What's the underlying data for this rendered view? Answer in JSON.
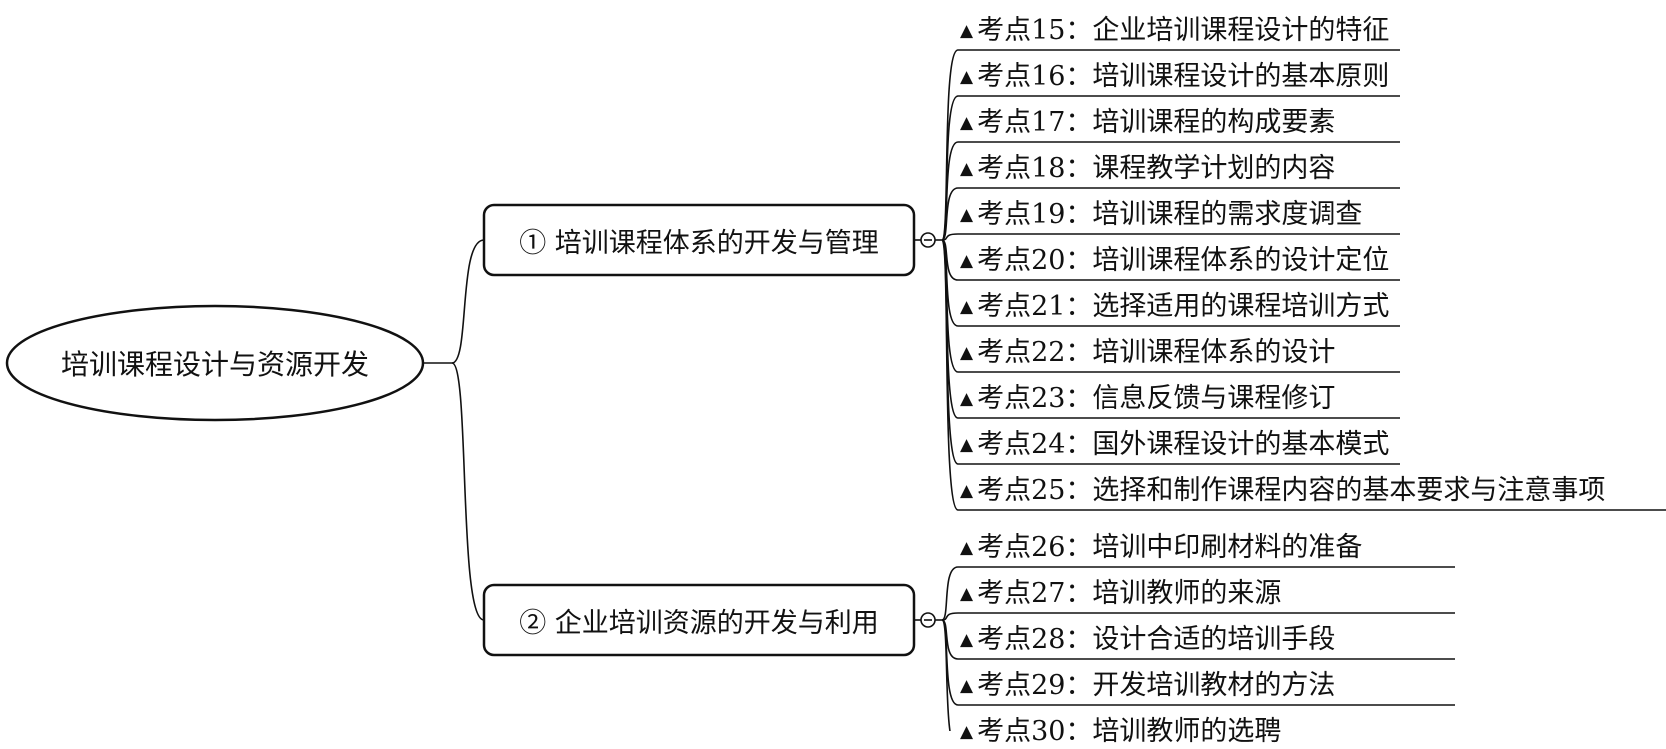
{
  "root": {
    "label": "培训课程设计与资源开发"
  },
  "branches": [
    {
      "label": "① 培训课程体系的开发与管理",
      "leaves": [
        "考点15：企业培训课程设计的特征",
        "考点16：培训课程设计的基本原则",
        "考点17：培训课程的构成要素",
        "考点18：课程教学计划的内容",
        "考点19：培训课程的需求度调查",
        "考点20：培训课程体系的设计定位",
        "考点21：选择适用的课程培训方式",
        "考点22：培训课程体系的设计",
        "考点23：信息反馈与课程修订",
        "考点24：国外课程设计的基本模式",
        "考点25：选择和制作课程内容的基本要求与注意事项"
      ]
    },
    {
      "label": "② 企业培训资源的开发与利用",
      "leaves": [
        "考点26：培训中印刷材料的准备",
        "考点27：培训教师的来源",
        "考点28：设计合适的培训手段",
        "考点29：开发培训教材的方法",
        "考点30：培训教师的选聘"
      ]
    }
  ],
  "marker": "▲"
}
